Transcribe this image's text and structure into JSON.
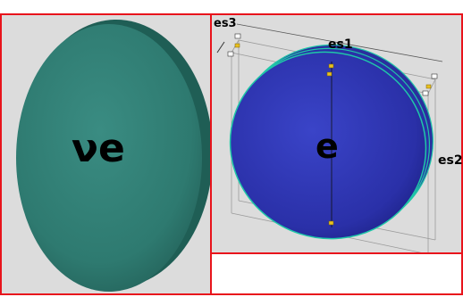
{
  "left_panel": {
    "symbol": "νe"
  },
  "right_panel": {
    "center_symbol": "e",
    "axis_labels": {
      "es1": "es1",
      "es2": "es2",
      "es3": "es3"
    }
  },
  "colors": {
    "frame_border": "#e8141c",
    "panel_bg": "#dcdcdc",
    "neutrino_disc": "#2e7a70",
    "electron_disc": "#2a30a8",
    "electron_rim": "#1fc7a8",
    "marker": "#e8c020"
  }
}
